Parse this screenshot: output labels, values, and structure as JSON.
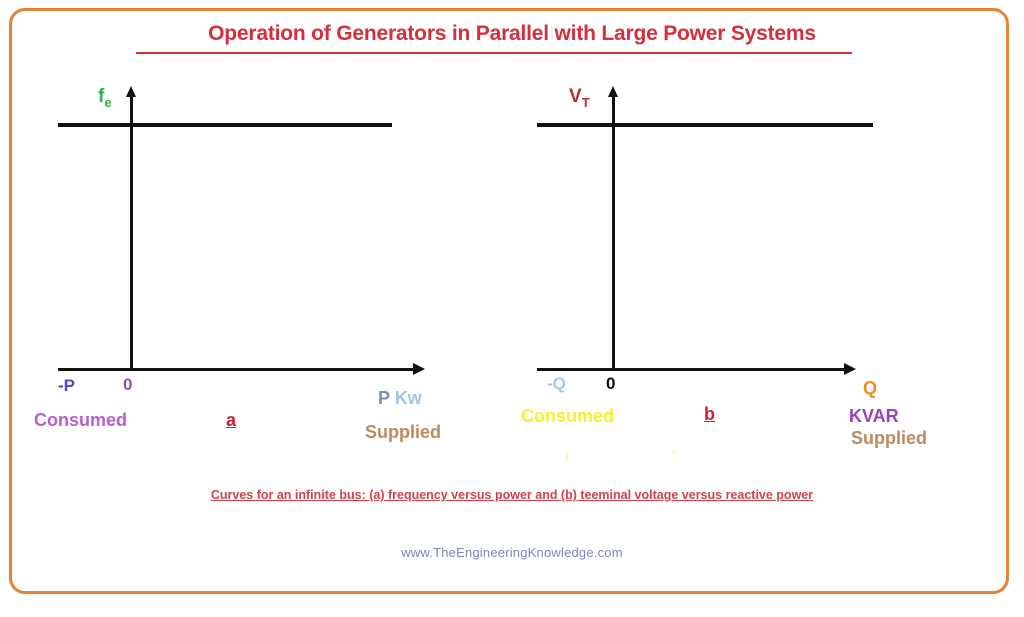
{
  "figure": {
    "title": "Operation of Generators in Parallel with Large Power Systems",
    "title_color": "#d42f3b",
    "frame_color": "#e28337",
    "background": "#ffffff",
    "caption": "Curves for an infinite bus: (a) frequency versus power and (b) teeminal voltage versus reactive power",
    "caption_color": "#d0414c",
    "footer_url": "www.TheEngineeringKnowledge.com",
    "footer_color": "#7d84c0"
  },
  "chart_data": [
    {
      "type": "line",
      "panel": "a",
      "panel_letter": "a",
      "title": "",
      "ylabel": "fe",
      "ylabel_base": "f",
      "ylabel_sub": "e",
      "ylabel_color": "#2eae52",
      "xlabel": "P Kw",
      "x_unit_symbol": "P",
      "x_unit_unit": "Kw",
      "x_unit_symbol_color": "#7b8db0",
      "x_unit_unit_color": "#9ec7e0",
      "x_tick_left": "-P",
      "x_tick_left_color": "#5b3ecb",
      "x_tick_origin": "0",
      "x_tick_origin_color": "#9a4bb5",
      "left_region": "Consumed",
      "left_region_color": "#b95fc9",
      "right_region": "Supplied",
      "right_region_color": "#bb8a62",
      "x": [
        -1,
        0,
        1
      ],
      "values": [
        60,
        60,
        60
      ],
      "series_note": "flat horizontal line (constant frequency, infinite bus)",
      "grid": false,
      "legend": "none"
    },
    {
      "type": "line",
      "panel": "b",
      "panel_letter": "b",
      "title": "",
      "ylabel": "VT",
      "ylabel_base": "V",
      "ylabel_sub": "T",
      "ylabel_color": "#c22b33",
      "xlabel": "KVAR",
      "x_unit_symbol": "Q",
      "x_unit_unit": "KVAR",
      "x_unit_symbol_color": "#ef8a23",
      "x_unit_unit_color": "#9a3fc0",
      "x_tick_left": "-Q",
      "x_tick_left_color": "#9fcbe3",
      "x_tick_origin": "0",
      "x_tick_origin_color": "#111111",
      "left_region": "Consumed",
      "left_region_color": "#f2f22e",
      "right_region": "Supplied",
      "right_region_color": "#bb8a62",
      "x": [
        -1,
        0,
        1
      ],
      "values": [
        1,
        1,
        1
      ],
      "series_note": "flat horizontal line (constant terminal voltage, infinite bus)",
      "grid": false,
      "legend": "none"
    }
  ]
}
